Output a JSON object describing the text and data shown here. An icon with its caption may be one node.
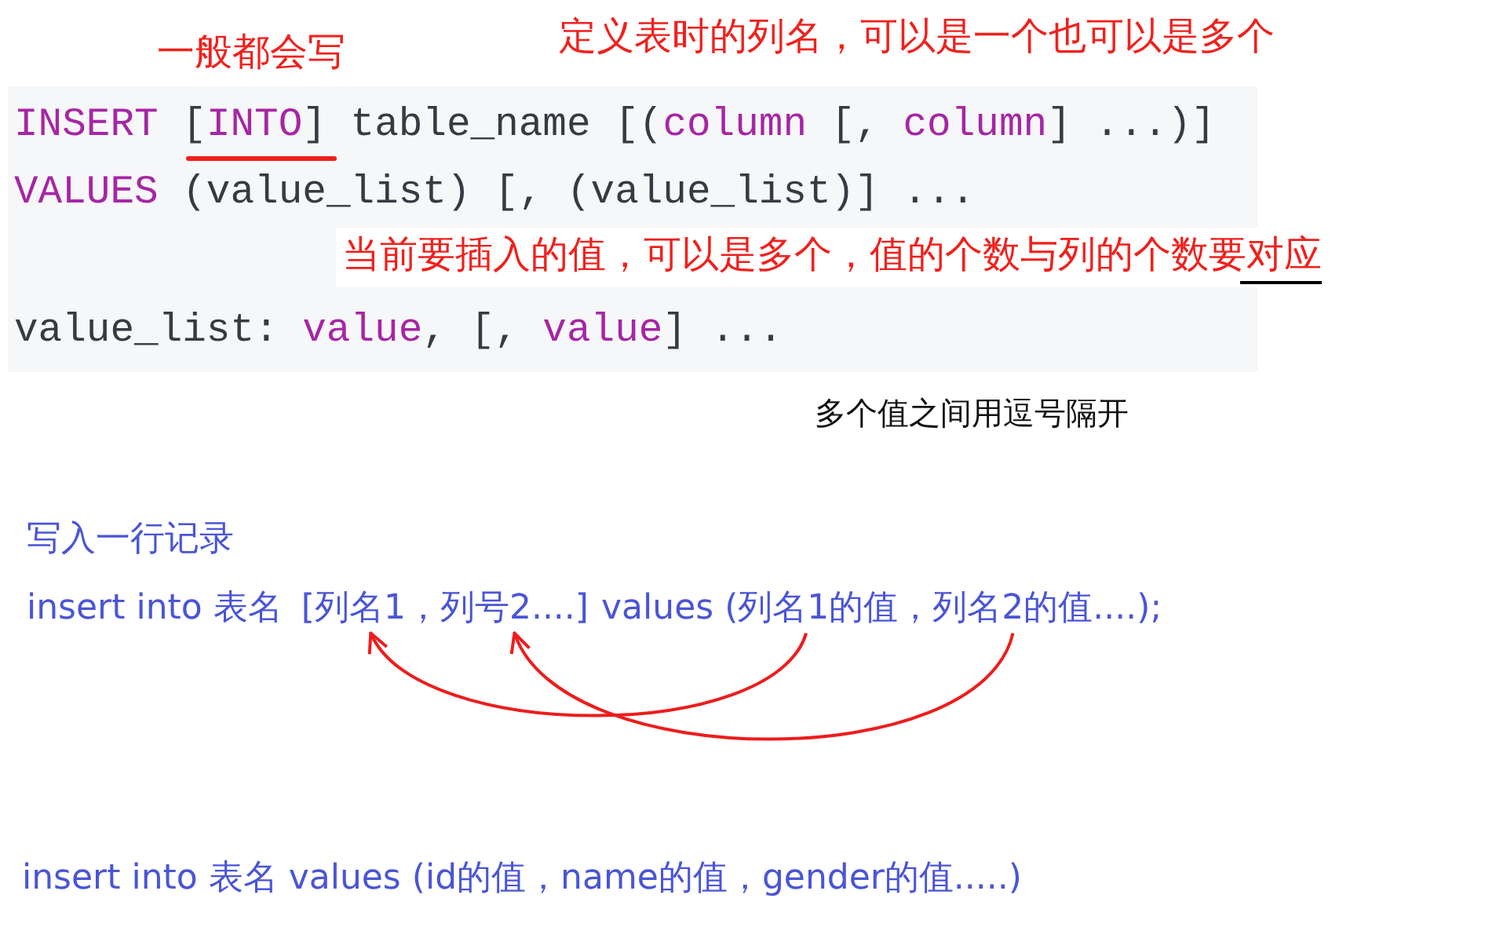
{
  "diagram": {
    "nodes": [
      {
        "text": [
          "insert into 表名"
        ]
      },
      {
        "text": [
          "[列名1，"
        ]
      },
      {
        "text": [
          "列号2....]"
        ]
      },
      {
        "text": [
          "values ("
        ]
      },
      {
        "text": [
          "列名1的值，"
        ]
      },
      {
        "text": [
          "列名2的值....);"
        ]
      }
    ],
    "edges": [
      {
        "from": 4,
        "to": 1,
        "arrow": "to"
      },
      {
        "from": 5,
        "to": 2,
        "arrow": "to"
      }
    ],
    "labels": [
      "一般都会写",
      "定义表时的列名，可以是一个也可以是多个",
      "INSERT",
      "[",
      "INTO",
      "]",
      "table_name [(",
      "column",
      "[,",
      "column",
      "] ...)]",
      "VALUES",
      "(value_list) [, (value_list)] ...",
      "当前要插入的值，可以是多个，值的个数与列的个数要对应",
      "value_list:",
      "value",
      ", [,",
      "value",
      "] ...",
      "多个值之间用逗号隔开",
      "写入一行记录",
      "insert into 表名 values (id的值，name的值，gender的值.....)"
    ]
  }
}
